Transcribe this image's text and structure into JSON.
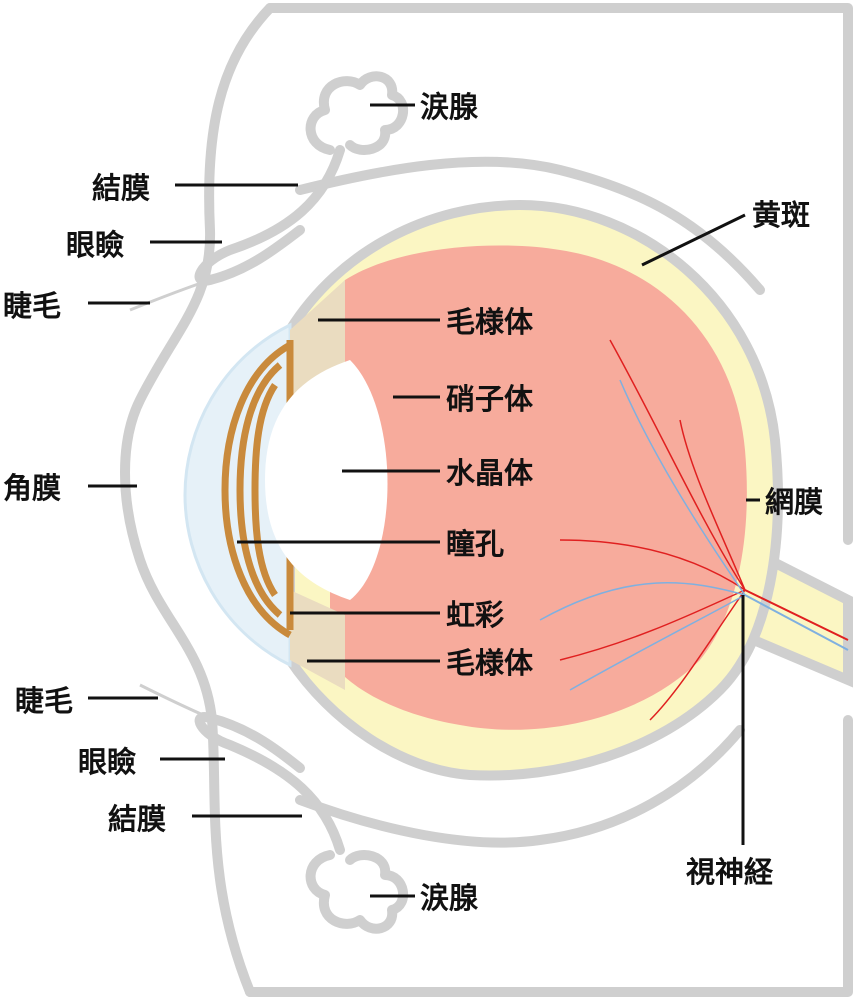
{
  "labels": {
    "lacrimal_gland_top": "涙腺",
    "conjunctiva_top": "結膜",
    "eyelid_top": "眼瞼",
    "eyelash_top": "睫毛",
    "macula": "黄斑",
    "ciliary_body_top": "毛様体",
    "vitreous_body": "硝子体",
    "lens": "水晶体",
    "cornea": "角膜",
    "retina": "網膜",
    "pupil": "瞳孔",
    "iris": "虹彩",
    "ciliary_body_bottom": "毛様体",
    "eyelash_bottom": "睫毛",
    "eyelid_bottom": "眼瞼",
    "conjunctiva_bottom": "結膜",
    "optic_nerve": "視神経",
    "lacrimal_gland_bottom": "涙腺"
  },
  "colors": {
    "outline": "#cfcfcf",
    "sclera": "#fbf6c3",
    "vitreous": "#f7ab9c",
    "iris": "#c98a3c",
    "ciliary": "#eadcc0",
    "cornea": "#dcecf6",
    "artery": "#e02020",
    "vein": "#7fb0e0"
  }
}
